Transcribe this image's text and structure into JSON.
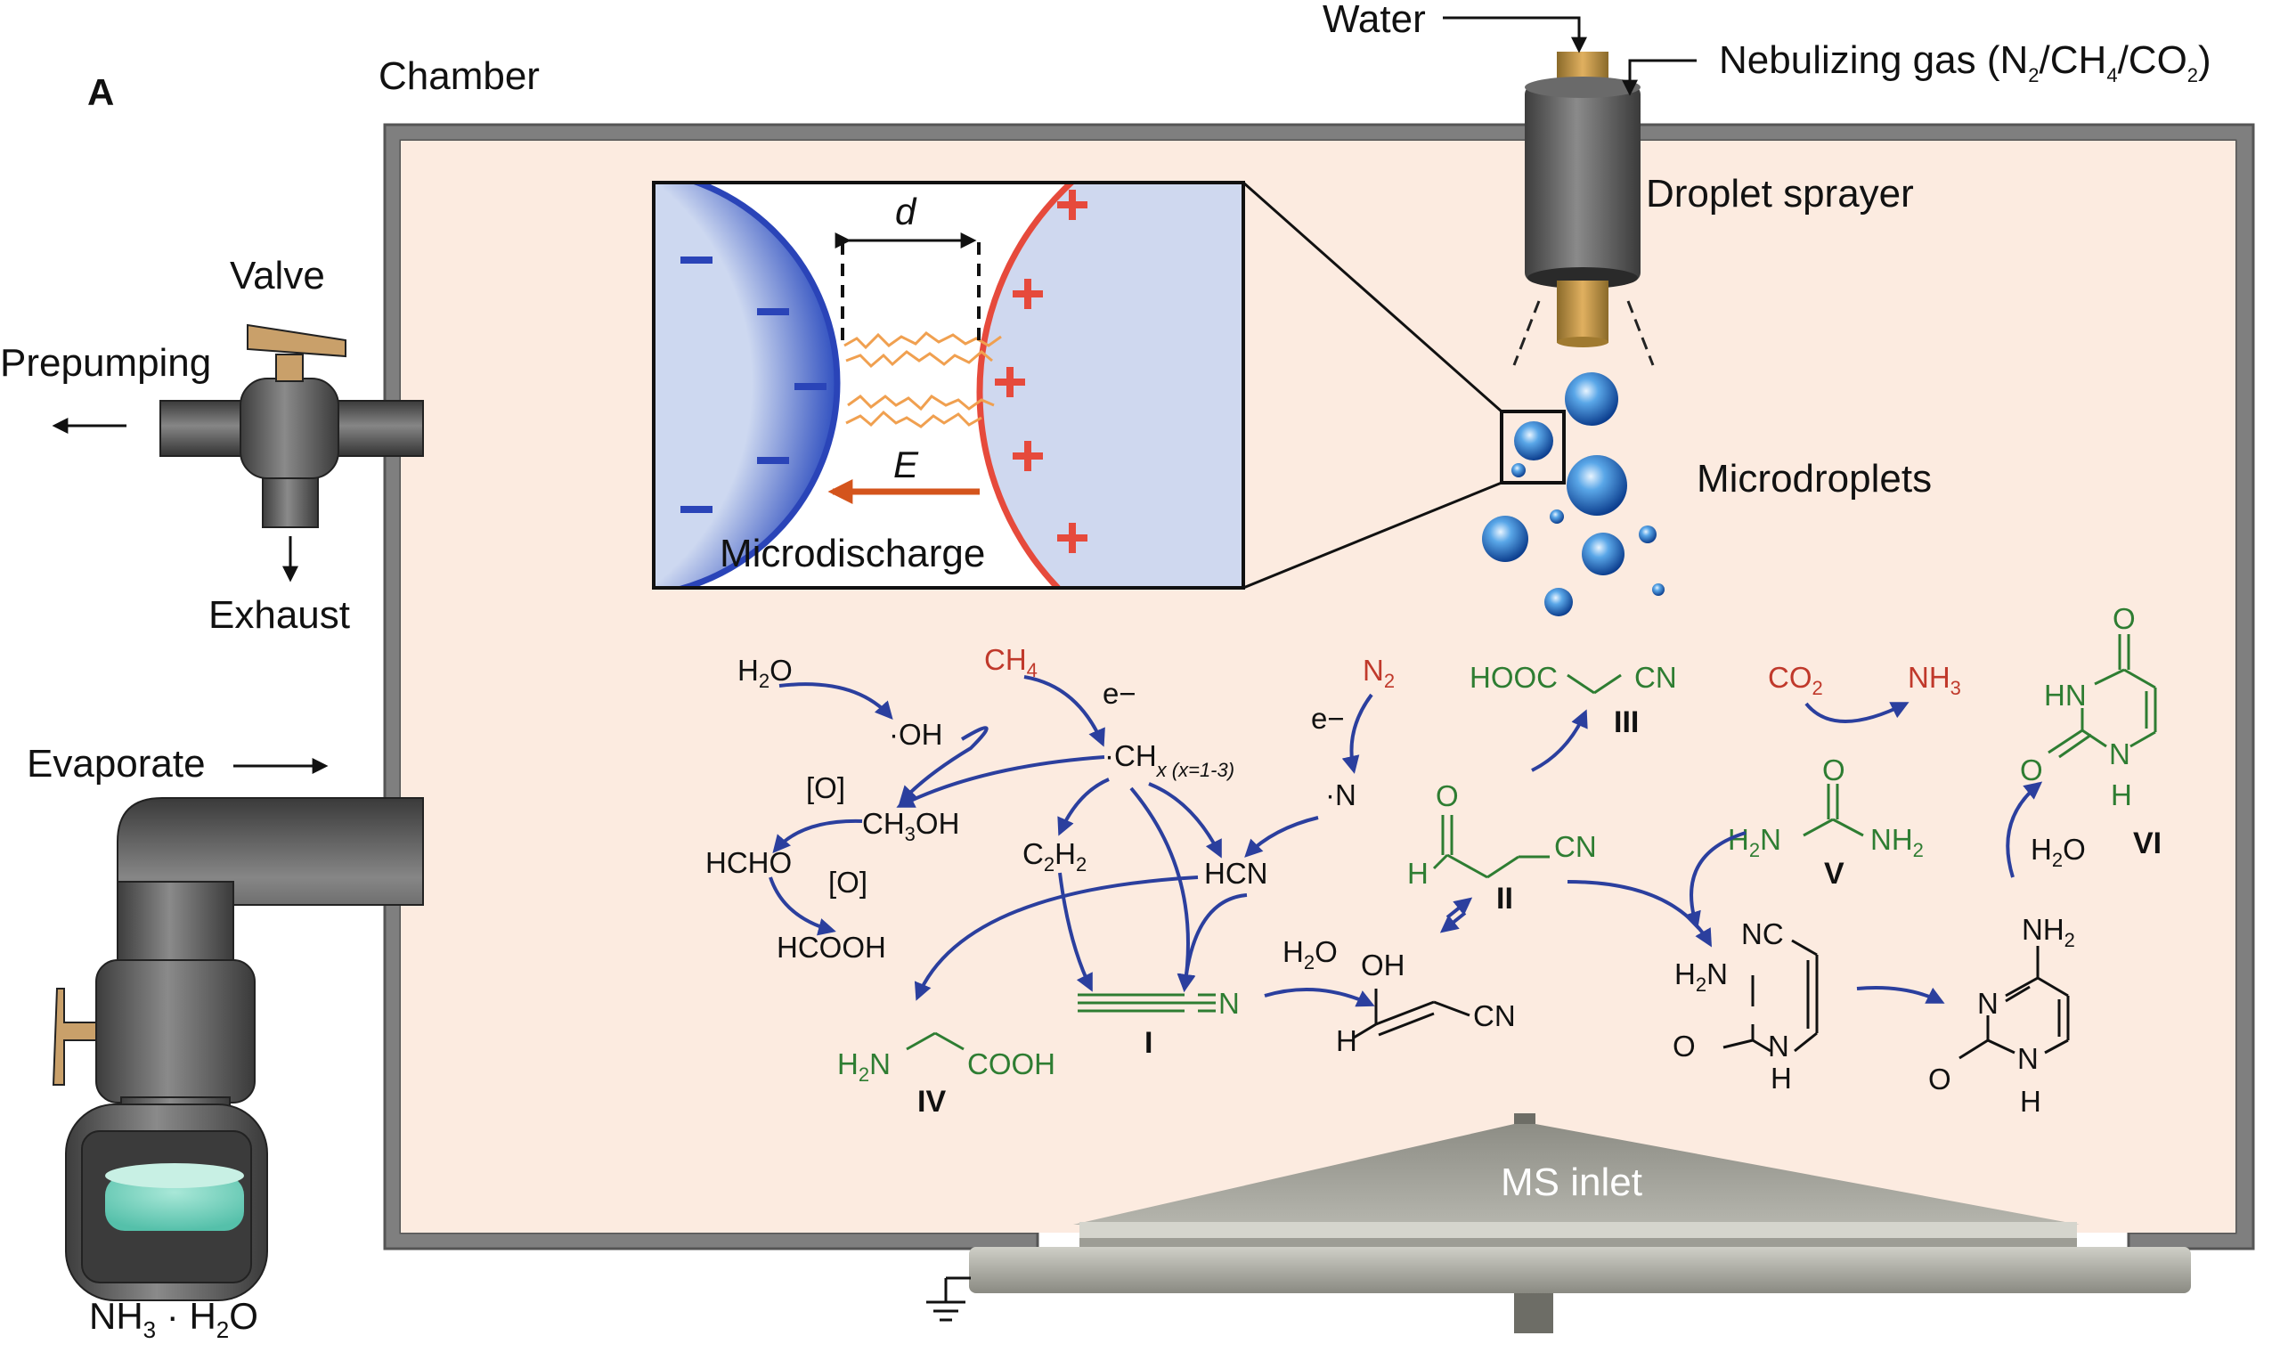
{
  "panel_label": "A",
  "labels": {
    "chamber": "Chamber",
    "water": "Water",
    "nebulizing_gas": "Nebulizing gas (N2/CH4/CO2)",
    "droplet_sprayer": "Droplet sprayer",
    "microdroplets": "Microdroplets",
    "valve": "Valve",
    "prepumping": "Prepumping",
    "exhaust": "Exhaust",
    "evaporate": "Evaporate",
    "ammonia": "NH3·H2O",
    "ms_inlet": "MS inlet",
    "microdischarge": "Microdischarge",
    "distance": "d",
    "field": "E"
  },
  "species": {
    "h2o_top": "H2O",
    "ch4": "CH4",
    "n2": "N2",
    "e_minus_1": "e−",
    "e_minus_2": "e−",
    "oh_radical": "·OH",
    "chx_radical": "·CH",
    "chx_range": "x (x=1-3)",
    "n_radical": "·N",
    "o_1": "[O]",
    "o_2": "[O]",
    "ch3oh": "CH3OH",
    "hcho": "HCHO",
    "hcooh": "HCOOH",
    "c2h2": "C2H2",
    "hcn": "HCN",
    "h2o_mid": "H2O",
    "h2o_right": "H2O",
    "hooc_cn_left": "HOOC",
    "hooc_cn_right": "CN",
    "cn_ii": "CN",
    "cn_enol": "CN",
    "oh_enol": "OH",
    "h_enol": "H",
    "h_ii": "H",
    "o_ii": "O",
    "co2": "CO2",
    "nh3": "NH3",
    "urea_o": "O",
    "urea_left": "H2N",
    "urea_right": "NH2",
    "glycine_left": "H2N",
    "glycine_right": "COOH",
    "cyanoacetylene_n": "N",
    "int_nc": "NC",
    "int_h2n": "H2N",
    "int_o": "O",
    "int_nh": "N",
    "int_h": "H",
    "cyt_nh2": "NH2",
    "cyt_n": "N",
    "cyt_o": "O",
    "cyt_nh": "N",
    "cyt_h": "H",
    "ura_o_top": "O",
    "ura_hn": "HN",
    "ura_o_left": "O",
    "ura_n": "N",
    "ura_h": "H"
  },
  "compounds": {
    "I": "I",
    "II": "II",
    "III": "III",
    "IV": "IV",
    "V": "V",
    "VI": "VI"
  },
  "colors": {
    "chamber_fill": "#fcebe0",
    "chamber_wall": "#7f7f7f",
    "arrow_blue": "#2b3f9e",
    "reactant_red": "#c0392b",
    "product_green": "#2e7d32",
    "field_orange": "#d4541c",
    "droplet_blue": "#1f5fb5"
  },
  "icons": [
    "ground-icon",
    "valve-handle-icon"
  ]
}
